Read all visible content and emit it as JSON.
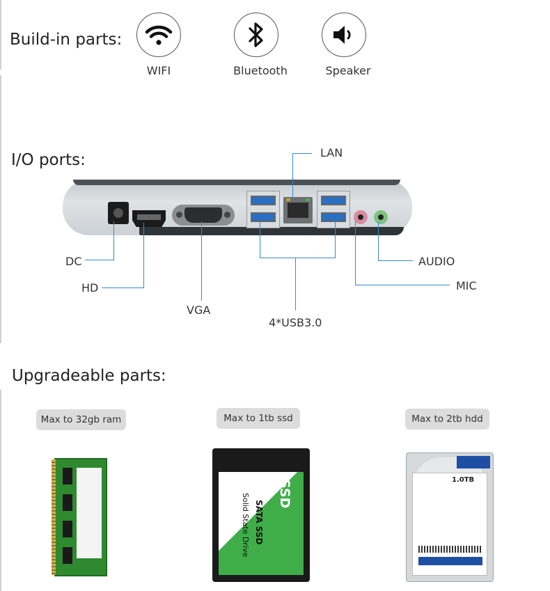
{
  "builtin": {
    "title": "Build-in parts:",
    "items": [
      {
        "label": "WIFI",
        "icon": "wifi-icon"
      },
      {
        "label": "Bluetooth",
        "icon": "bluetooth-icon"
      },
      {
        "label": "Speaker",
        "icon": "speaker-icon"
      }
    ]
  },
  "io": {
    "title": "I/O ports:",
    "labels": {
      "lan": "LAN",
      "dc": "DC",
      "hd": "HD",
      "vga": "VGA",
      "usb": "4*USB3.0",
      "audio": "AUDIO",
      "mic": "MIC"
    }
  },
  "upgrade": {
    "title": "Upgradeable parts:",
    "items": [
      {
        "label": "Max to 32gb ram"
      },
      {
        "label": "Max to 1tb ssd"
      },
      {
        "label": "Max to 2tb hdd"
      }
    ],
    "ssd_text": {
      "brand": "SSD",
      "line1": "SATA SSD",
      "line2": "Solid State Drive"
    },
    "hdd_text": {
      "capacity": "1.0TB"
    }
  },
  "colors": {
    "leader_line": "#3a88c8",
    "usb_blue": "#2a6fc2",
    "ssd_green": "#3fae49"
  }
}
